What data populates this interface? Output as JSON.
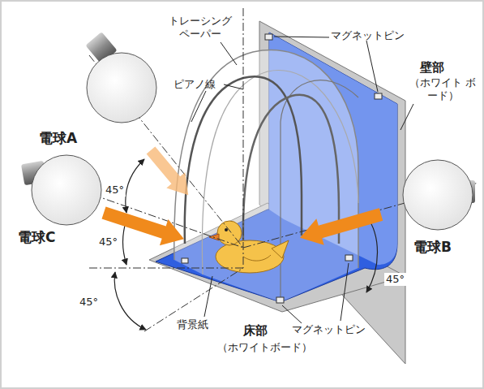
{
  "diagram": {
    "labels": [
      "トレーシング ペーパー",
      "マグネットピン",
      "ピアノ線",
      "壁部",
      "（ホワイト ボード）",
      "電球A",
      "45°",
      "電球C",
      "45°",
      "電球B",
      "45°",
      "45°",
      "背景紙",
      "床部",
      "（ホワイトボード）",
      "マグネットピン"
    ]
  }
}
